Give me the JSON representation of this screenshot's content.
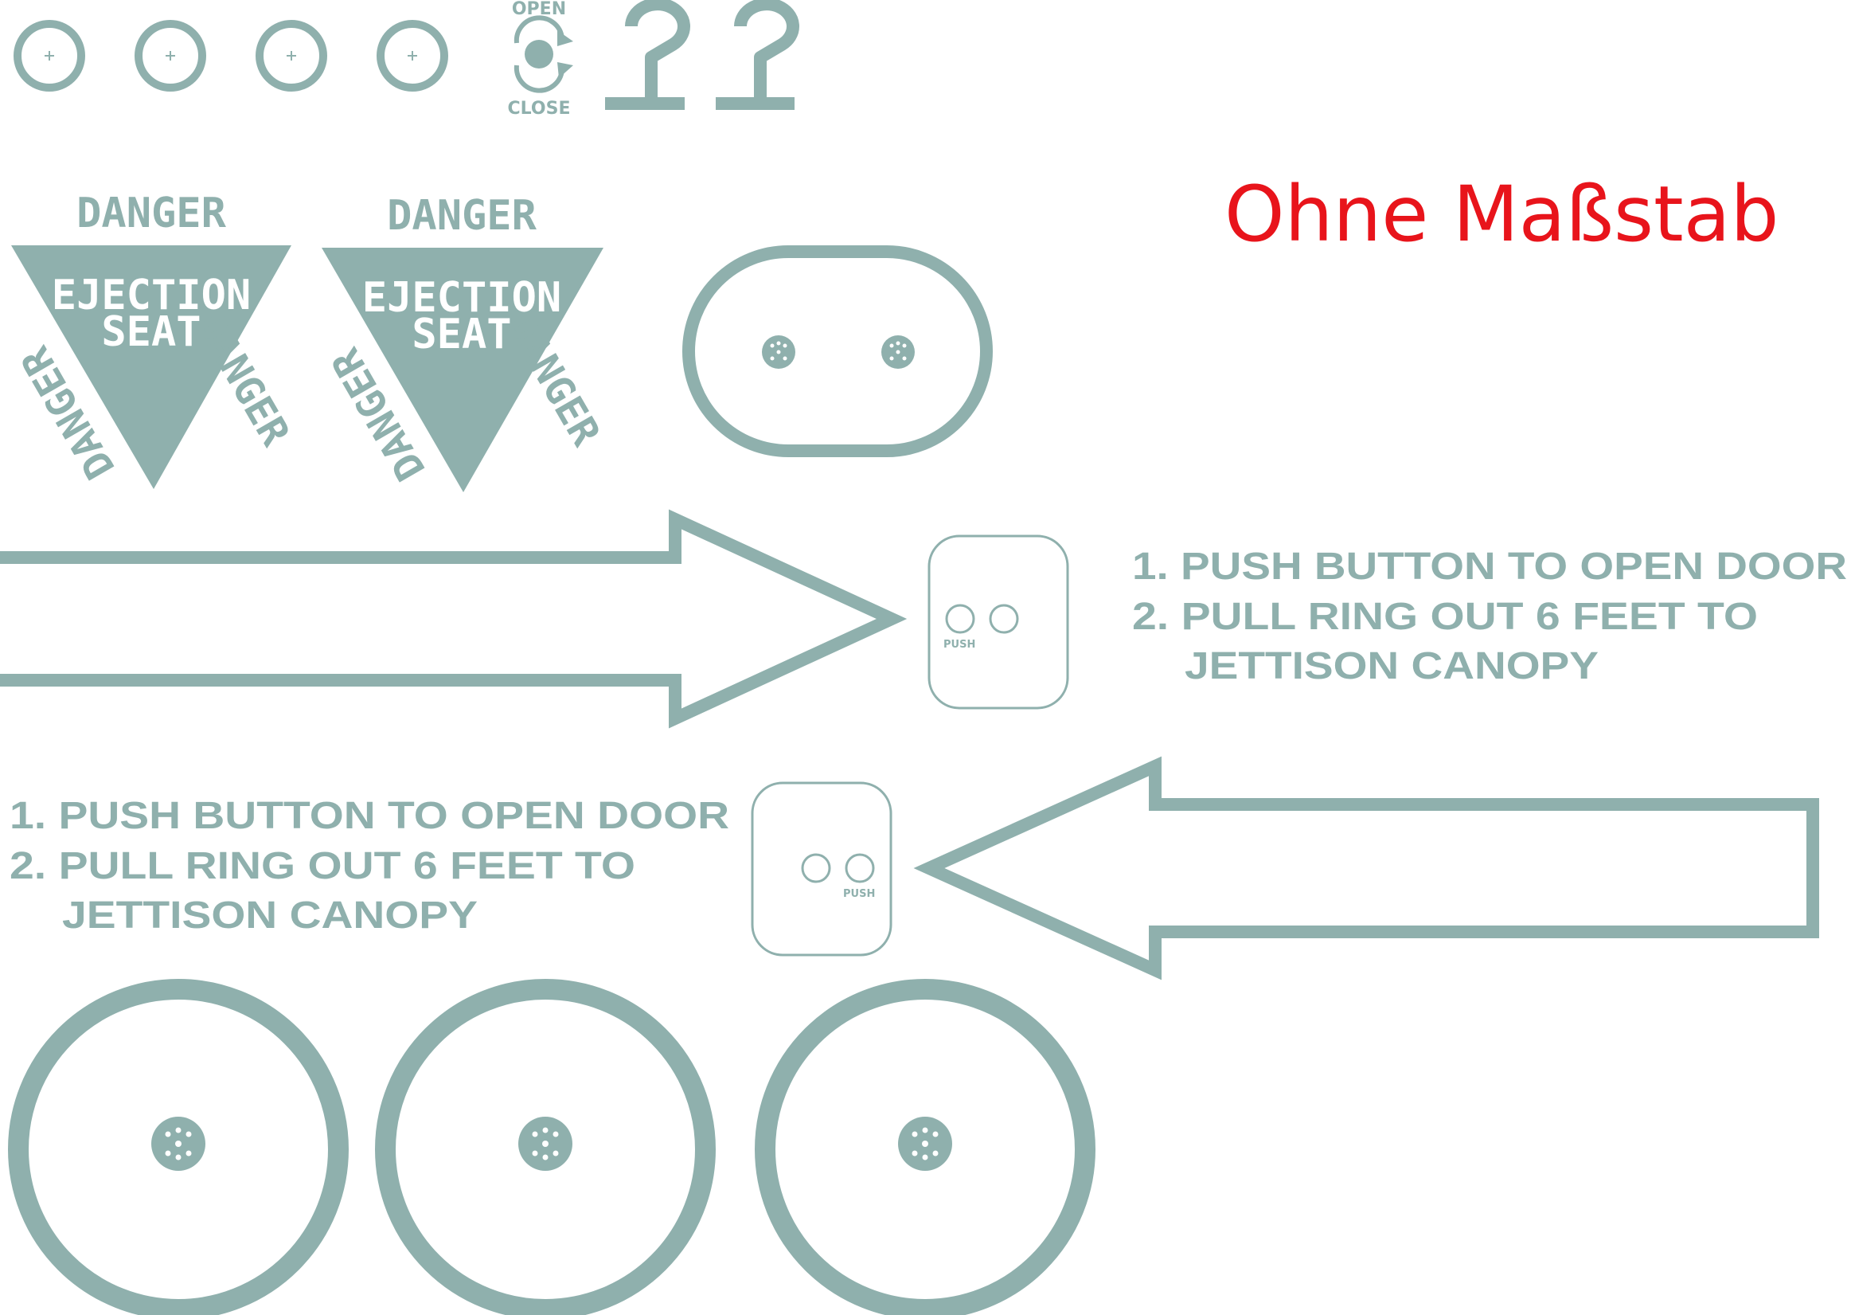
{
  "colors": {
    "decal_gray": "#8fb0ad",
    "note_red": "#e8141b",
    "background": "#ffffff"
  },
  "scale_note": "Ohne Maßstab",
  "small_discs": {
    "icon": "crosshair-circle-icon",
    "count": 4
  },
  "canopy_switch": {
    "open_label": "OPEN",
    "close_label": "CLOSE"
  },
  "warning_triangles": [
    {
      "top_label": "DANGER",
      "center_line_1": "EJECTION",
      "center_line_2": "SEAT",
      "left_label": "DANGER",
      "right_label": "DANGER"
    },
    {
      "top_label": "DANGER",
      "center_line_1": "EJECTION",
      "center_line_2": "SEAT",
      "left_label": "DANGER",
      "right_label": "DANGER"
    }
  ],
  "instructions_right": {
    "line_1": "1. PUSH BUTTON TO OPEN DOOR",
    "line_2": "2. PULL RING OUT 6 FEET TO",
    "line_3": "JETTISON CANOPY",
    "button_label": "PUSH"
  },
  "instructions_left": {
    "line_1": "1. PUSH BUTTON TO OPEN DOOR",
    "line_2": "2. PULL RING OUT 6 FEET TO",
    "line_3": "JETTISON CANOPY",
    "button_label": "PUSH"
  },
  "large_rings": {
    "icon": "bolt-pattern-icon",
    "count": 3
  }
}
